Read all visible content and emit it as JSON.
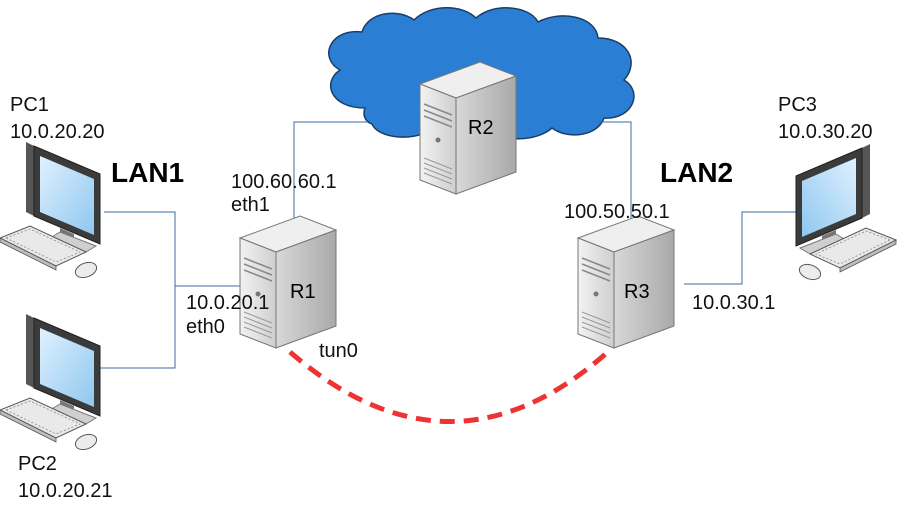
{
  "diagram": {
    "cloud_color": "#2a7fd4",
    "wire_color": "#3a6ea5",
    "tunnel_color": "#ee3333",
    "lans": [
      {
        "name": "LAN1"
      },
      {
        "name": "LAN2"
      }
    ],
    "routers": [
      {
        "name": "R1"
      },
      {
        "name": "R2"
      },
      {
        "name": "R3"
      }
    ],
    "pcs": [
      {
        "name": "PC1",
        "ip": "10.0.20.20"
      },
      {
        "name": "PC2",
        "ip": "10.0.20.21"
      },
      {
        "name": "PC3",
        "ip": "10.0.30.20"
      }
    ],
    "interfaces": {
      "r1_eth1_ip": "100.60.60.1",
      "r1_eth1_name": "eth1",
      "r1_eth0_ip": "10.0.20.1",
      "r1_eth0_name": "eth0",
      "r1_tunnel": "tun0",
      "r3_wan_ip": "100.50.50.1",
      "r3_lan_ip": "10.0.30.1"
    }
  }
}
